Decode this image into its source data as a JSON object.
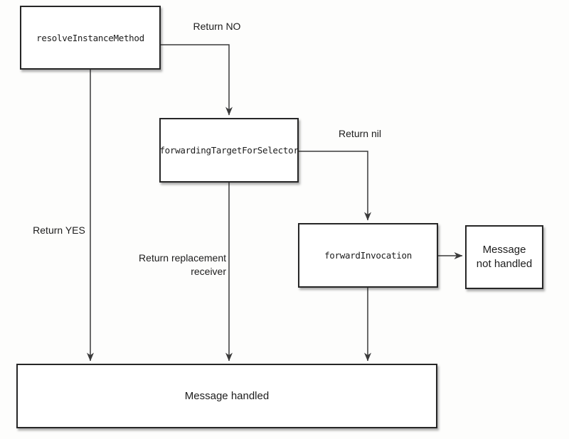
{
  "diagram": {
    "type": "flowchart",
    "nodes": {
      "resolve": {
        "label": "resolveInstanceMethod"
      },
      "forwarding_target": {
        "label": "forwardingTargetForSelector"
      },
      "forward_invocation": {
        "label": "forwardInvocation"
      },
      "message_not_handled": {
        "label": "Message not handled"
      },
      "message_handled": {
        "label": "Message handled"
      }
    },
    "edges": [
      {
        "from": "resolveInstanceMethod",
        "to": "forwardingTargetForSelector",
        "label": "Return NO"
      },
      {
        "from": "resolveInstanceMethod",
        "to": "Message handled",
        "label": "Return YES"
      },
      {
        "from": "forwardingTargetForSelector",
        "to": "forwardInvocation",
        "label": "Return nil"
      },
      {
        "from": "forwardingTargetForSelector",
        "to": "Message handled",
        "label": "Return replacement receiver"
      },
      {
        "from": "forwardInvocation",
        "to": "Message handled",
        "label": ""
      },
      {
        "from": "forwardInvocation",
        "to": "Message not handled",
        "label": ""
      }
    ]
  },
  "colors": {
    "background": "#fdfdfc",
    "box_fill": "#ffffff",
    "box_border": "#262626",
    "connector": "#3a3a3a",
    "text": "#1c1c1c"
  }
}
